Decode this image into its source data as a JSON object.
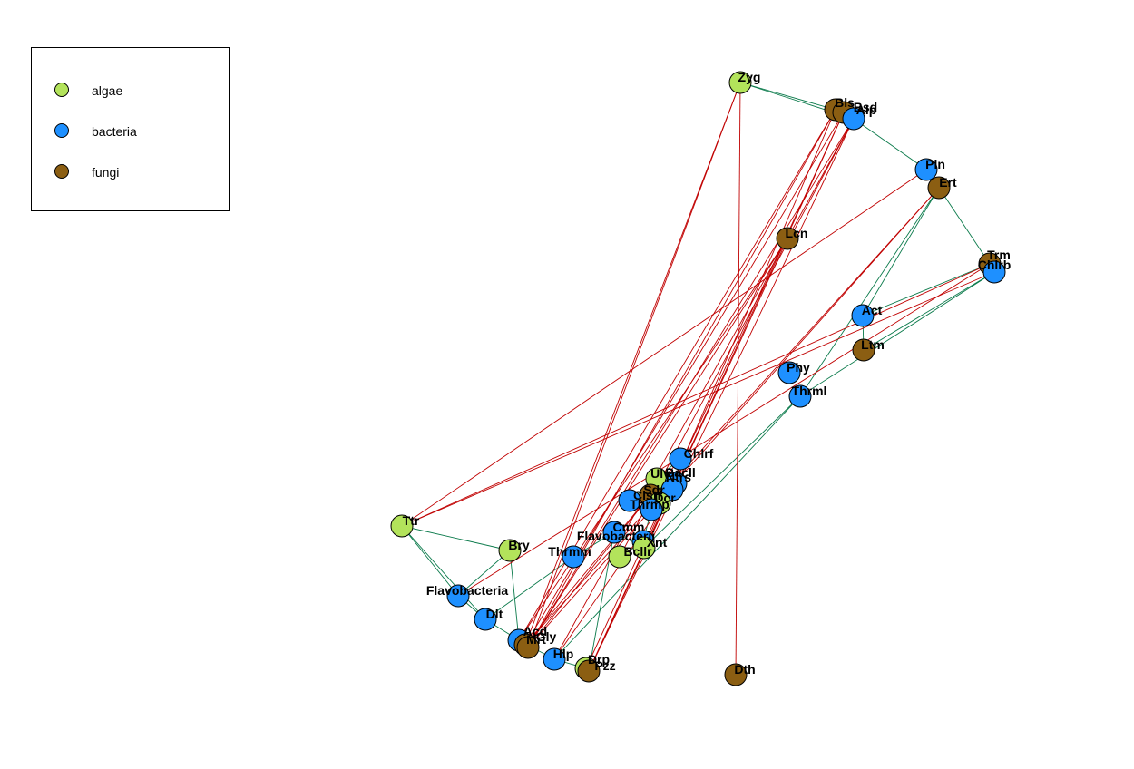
{
  "legend": {
    "items": [
      {
        "label": "algae",
        "color": "#b3e35b"
      },
      {
        "label": "bacteria",
        "color": "#1e90ff"
      },
      {
        "label": "fungi",
        "color": "#8b5e12"
      }
    ]
  },
  "colors": {
    "positive_edge": "#0b7a4b",
    "negative_edge": "#c00000",
    "node_stroke": "#000000"
  },
  "network": {
    "nodes": [
      {
        "id": "Zyg",
        "group": "algae"
      },
      {
        "id": "Bls",
        "group": "fungi"
      },
      {
        "id": "Bsd",
        "group": "fungi"
      },
      {
        "id": "Alp",
        "group": "bacteria"
      },
      {
        "id": "Pln",
        "group": "bacteria"
      },
      {
        "id": "Ert",
        "group": "fungi"
      },
      {
        "id": "Lcn",
        "group": "fungi"
      },
      {
        "id": "Trm",
        "group": "fungi"
      },
      {
        "id": "Chlrb",
        "group": "bacteria"
      },
      {
        "id": "Act",
        "group": "bacteria"
      },
      {
        "id": "Ltm",
        "group": "fungi"
      },
      {
        "id": "Phy",
        "group": "bacteria"
      },
      {
        "id": "Thrml",
        "group": "bacteria"
      },
      {
        "id": "Chlrf",
        "group": "bacteria"
      },
      {
        "id": "Ulv",
        "group": "algae"
      },
      {
        "id": "Bacll",
        "group": "bacteria"
      },
      {
        "id": "Ntrs",
        "group": "bacteria"
      },
      {
        "id": "Clstr",
        "group": "bacteria"
      },
      {
        "id": "Sdr",
        "group": "fungi"
      },
      {
        "id": "Dcr",
        "group": "algae"
      },
      {
        "id": "Thrmp",
        "group": "bacteria"
      },
      {
        "id": "Ttr",
        "group": "algae"
      },
      {
        "id": "Bry",
        "group": "algae"
      },
      {
        "id": "Cmm",
        "group": "bacteria"
      },
      {
        "id": "Flavobacterii",
        "group": "bacteria"
      },
      {
        "id": "Xnt",
        "group": "algae"
      },
      {
        "id": "Thrmm",
        "group": "bacteria"
      },
      {
        "id": "Bcllr",
        "group": "algae"
      },
      {
        "id": "Flavobacteria",
        "group": "bacteria"
      },
      {
        "id": "Dlt",
        "group": "bacteria"
      },
      {
        "id": "Acd",
        "group": "bacteria"
      },
      {
        "id": "Mrt",
        "group": "fungi"
      },
      {
        "id": "Gly",
        "group": "fungi"
      },
      {
        "id": "Hlp",
        "group": "bacteria"
      },
      {
        "id": "Drp",
        "group": "algae"
      },
      {
        "id": "Pzz",
        "group": "fungi"
      },
      {
        "id": "Dth",
        "group": "fungi"
      }
    ],
    "edges": [
      {
        "source": "Zyg",
        "target": "Bls",
        "sign": "positive"
      },
      {
        "source": "Zyg",
        "target": "Alp",
        "sign": "positive"
      },
      {
        "source": "Alp",
        "target": "Pln",
        "sign": "positive"
      },
      {
        "source": "Ert",
        "target": "Trm",
        "sign": "positive"
      },
      {
        "source": "Ert",
        "target": "Act",
        "sign": "positive"
      },
      {
        "source": "Ert",
        "target": "Thrml",
        "sign": "positive"
      },
      {
        "source": "Trm",
        "target": "Act",
        "sign": "positive"
      },
      {
        "source": "Chlrb",
        "target": "Thrml",
        "sign": "positive"
      },
      {
        "source": "Chlrb",
        "target": "Ltm",
        "sign": "positive"
      },
      {
        "source": "Thrml",
        "target": "Xnt",
        "sign": "positive"
      },
      {
        "source": "Thrml",
        "target": "Hlp",
        "sign": "positive"
      },
      {
        "source": "Ttr",
        "target": "Bry",
        "sign": "positive"
      },
      {
        "source": "Ttr",
        "target": "Flavobacteria",
        "sign": "positive"
      },
      {
        "source": "Ttr",
        "target": "Dlt",
        "sign": "positive"
      },
      {
        "source": "Bry",
        "target": "Flavobacteria",
        "sign": "positive"
      },
      {
        "source": "Bry",
        "target": "Acd",
        "sign": "positive"
      },
      {
        "source": "Flavobacteria",
        "target": "Dlt",
        "sign": "positive"
      },
      {
        "source": "Dlt",
        "target": "Thrmm",
        "sign": "positive"
      },
      {
        "source": "Dlt",
        "target": "Acd",
        "sign": "positive"
      },
      {
        "source": "Acd",
        "target": "Hlp",
        "sign": "positive"
      },
      {
        "source": "Hlp",
        "target": "Drp",
        "sign": "positive"
      },
      {
        "source": "Thrmm",
        "target": "Cmm",
        "sign": "positive"
      },
      {
        "source": "Cmm",
        "target": "Xnt",
        "sign": "positive"
      },
      {
        "source": "Clstr",
        "target": "Chlrf",
        "sign": "positive"
      },
      {
        "source": "Ulv",
        "target": "Bacll",
        "sign": "positive"
      },
      {
        "source": "Ntrs",
        "target": "Thrmp",
        "sign": "positive"
      },
      {
        "source": "Sdr",
        "target": "Dcr",
        "sign": "positive"
      },
      {
        "source": "Bcllr",
        "target": "Flavobacterii",
        "sign": "positive"
      },
      {
        "source": "Flavobacterii",
        "target": "Thrmp",
        "sign": "positive"
      },
      {
        "source": "Act",
        "target": "Ltm",
        "sign": "positive"
      },
      {
        "source": "Pzz",
        "target": "Cmm",
        "sign": "positive"
      },
      {
        "source": "Zyg",
        "target": "Dth",
        "sign": "negative"
      },
      {
        "source": "Zyg",
        "target": "Mrt",
        "sign": "negative"
      },
      {
        "source": "Zyg",
        "target": "Gly",
        "sign": "negative"
      },
      {
        "source": "Bls",
        "target": "Gly",
        "sign": "negative"
      },
      {
        "source": "Bls",
        "target": "Acd",
        "sign": "negative"
      },
      {
        "source": "Bls",
        "target": "Xnt",
        "sign": "negative"
      },
      {
        "source": "Bsd",
        "target": "Mrt",
        "sign": "negative"
      },
      {
        "source": "Bsd",
        "target": "Pzz",
        "sign": "negative"
      },
      {
        "source": "Bsd",
        "target": "Drp",
        "sign": "negative"
      },
      {
        "source": "Alp",
        "target": "Gly",
        "sign": "negative"
      },
      {
        "source": "Alp",
        "target": "Pzz",
        "sign": "negative"
      },
      {
        "source": "Alp",
        "target": "Bcllr",
        "sign": "negative"
      },
      {
        "source": "Alp",
        "target": "Hlp",
        "sign": "negative"
      },
      {
        "source": "Lcn",
        "target": "Gly",
        "sign": "negative"
      },
      {
        "source": "Lcn",
        "target": "Pzz",
        "sign": "negative"
      },
      {
        "source": "Lcn",
        "target": "Acd",
        "sign": "negative"
      },
      {
        "source": "Pln",
        "target": "Ttr",
        "sign": "negative"
      },
      {
        "source": "Ert",
        "target": "Gly",
        "sign": "negative"
      },
      {
        "source": "Ert",
        "target": "Mrt",
        "sign": "negative"
      },
      {
        "source": "Trm",
        "target": "Ttr",
        "sign": "negative"
      },
      {
        "source": "Chlrb",
        "target": "Ttr",
        "sign": "negative"
      },
      {
        "source": "Trm",
        "target": "Flavobacteria",
        "sign": "negative"
      },
      {
        "source": "Chlrf",
        "target": "Mrt",
        "sign": "negative"
      },
      {
        "source": "Bacll",
        "target": "Pzz",
        "sign": "negative"
      },
      {
        "source": "Sdr",
        "target": "Gly",
        "sign": "negative"
      },
      {
        "source": "Ntrs",
        "target": "Hlp",
        "sign": "negative"
      }
    ]
  }
}
